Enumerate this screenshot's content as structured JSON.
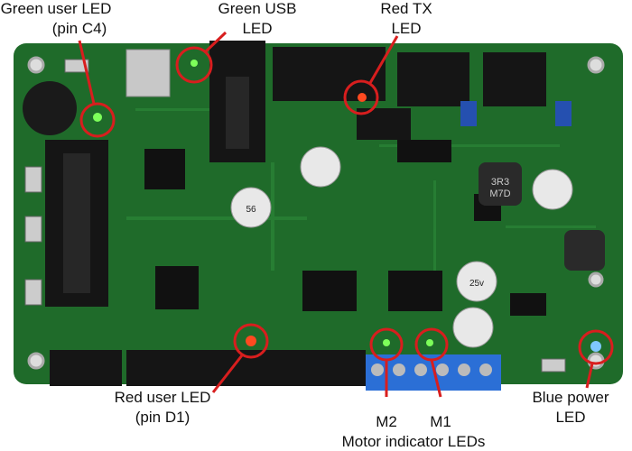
{
  "labels": {
    "green_user_led": {
      "line1": "Green user LED",
      "line2": "(pin C4)"
    },
    "green_usb_led": {
      "line1": "Green USB",
      "line2": "LED"
    },
    "red_tx_led": {
      "line1": "Red TX",
      "line2": "LED"
    },
    "red_user_led": {
      "line1": "Red user LED",
      "line2": "(pin D1)"
    },
    "m2": "M2",
    "m1": "M1",
    "motor_indicator": "Motor indicator LEDs",
    "blue_power_led": {
      "line1": "Blue power",
      "line2": "LED"
    }
  },
  "capacitor_markings": {
    "cap1": "56",
    "cap2": "25v",
    "inductor1": "3R3",
    "inductor2": "M7D"
  },
  "colors": {
    "board": "#1f6b2a",
    "callout": "#d81e1e",
    "green_led": "#7dff5a",
    "red_led": "#ff4a20",
    "blue_led": "#7fc8ff"
  }
}
